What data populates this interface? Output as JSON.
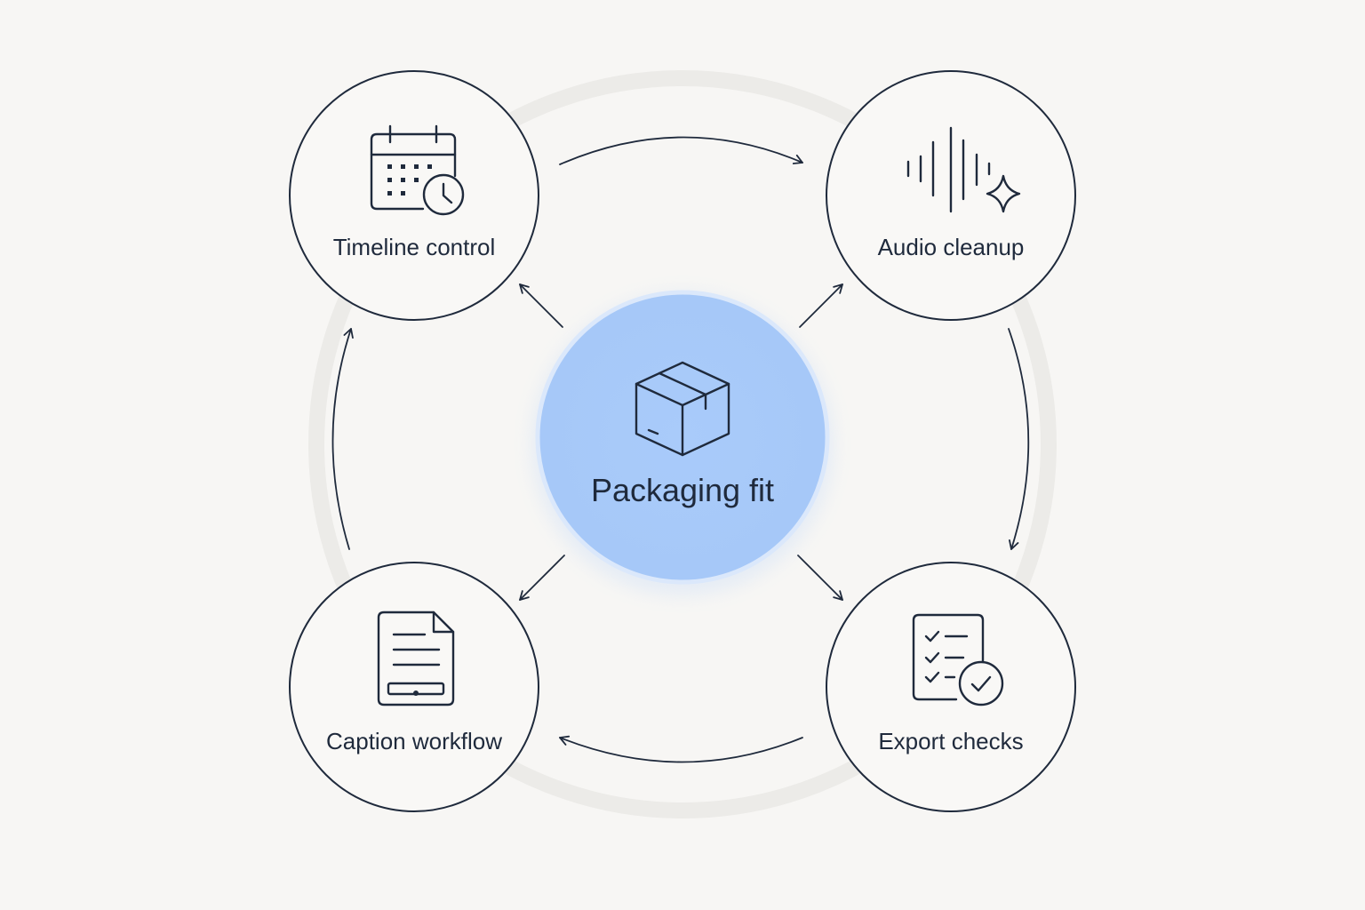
{
  "diagram": {
    "center": {
      "label": "Packaging fit",
      "icon": "package-box-icon",
      "fill_color": "#a9cbfa"
    },
    "nodes": [
      {
        "id": "timeline",
        "label": "Timeline control",
        "icon": "calendar-clock-icon"
      },
      {
        "id": "audio",
        "label": "Audio cleanup",
        "icon": "waveform-sparkle-icon"
      },
      {
        "id": "caption",
        "label": "Caption workflow",
        "icon": "document-icon"
      },
      {
        "id": "export",
        "label": "Export checks",
        "icon": "checklist-check-icon"
      }
    ],
    "cycle_order": [
      "timeline",
      "audio",
      "export",
      "caption"
    ],
    "colors": {
      "stroke": "#1f2a3c",
      "background": "#f7f6f4",
      "node_fill": "#f9f8f6"
    }
  }
}
